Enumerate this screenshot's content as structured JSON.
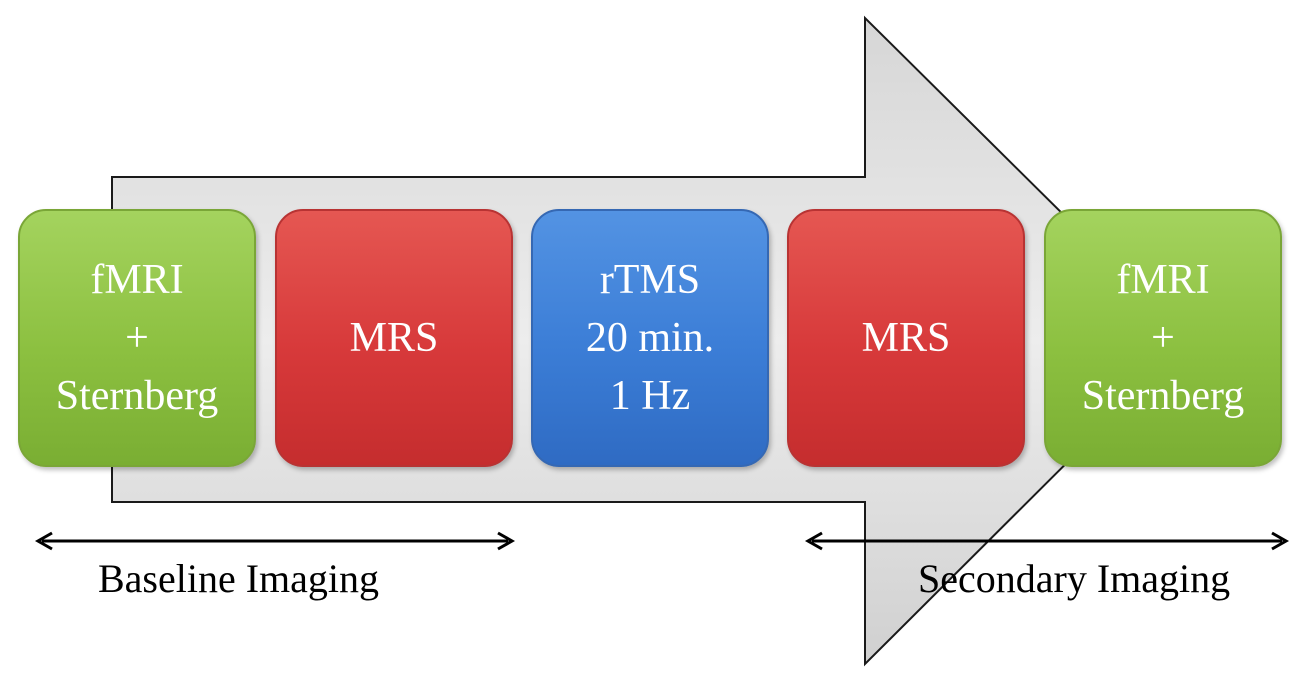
{
  "steps": [
    {
      "lines": [
        "fMRI",
        "+",
        "Sternberg"
      ],
      "color": "#8cc040"
    },
    {
      "lines": [
        "MRS"
      ],
      "color": "#d7393a"
    },
    {
      "lines": [
        "rTMS",
        "20 min.",
        "1 Hz"
      ],
      "color": "#3b7dd6"
    },
    {
      "lines": [
        "MRS"
      ],
      "color": "#d7393a"
    },
    {
      "lines": [
        "fMRI",
        "+",
        "Sternberg"
      ],
      "color": "#8cc040"
    }
  ],
  "phases": {
    "baseline": "Baseline Imaging",
    "secondary": "Secondary Imaging"
  },
  "colors": {
    "arrow_fill": "#e3e3e3",
    "arrow_outline": "#1a1a1a"
  }
}
